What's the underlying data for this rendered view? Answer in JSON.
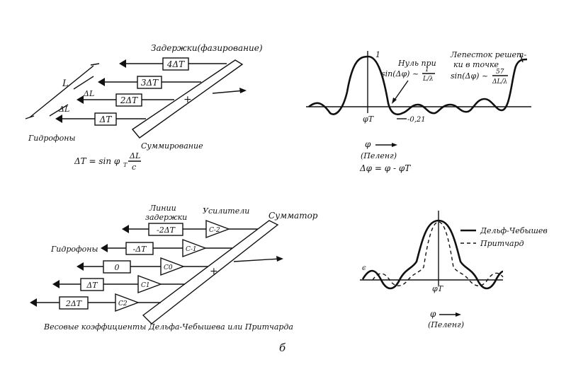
{
  "top_left": {
    "delay_title": "Задержки(фазирование)",
    "delays": [
      "4ΔT",
      "3ΔT",
      "2ΔT",
      "ΔT"
    ],
    "length_label": "L",
    "spacing_label_1": "ΔL",
    "spacing_label_2": "ΔL",
    "hydrophones_label": "Гидрофоны",
    "summation_label": "Суммирование",
    "plus_sign": "+",
    "formula_lhs": "ΔT = sin φ",
    "formula_sub": "T",
    "formula_num": "ΔL",
    "formula_den": "c"
  },
  "top_right": {
    "peak_label": "1",
    "null_label_1": "Нуль при",
    "null_label_2": "sin(Δφ) ~",
    "null_num": "1",
    "null_den": "L/λ",
    "grating_label_1": "Лепесток решет-",
    "grating_label_2": "ки в точке",
    "grating_label_3": "sin(Δφ) ~",
    "grating_num": "57",
    "grating_den": "ΔL/λ",
    "min_label": "-0,21",
    "center_label": "φT",
    "axis_label": "φ",
    "axis_sub_label": "(Пеленг)",
    "formula": "Δφ = φ - φT"
  },
  "bottom_left": {
    "delay_lines_label_1": "Линии",
    "delay_lines_label_2": "задержки",
    "amplifiers_label": "Усилители",
    "summator_label": "Сумматор",
    "hydrophones_label": "Гидрофоны",
    "delays": [
      "-2ΔT",
      "-ΔT",
      "0",
      "ΔT",
      "2ΔT"
    ],
    "coefficients": [
      "C-2",
      "C-1",
      "C0",
      "C1",
      "C2"
    ],
    "plus_sign": "+",
    "caption": "Весовые коэффициенты Дельфа-Чебышева или Притчарда",
    "figure_letter": "б"
  },
  "bottom_right": {
    "legend_solid": "Дельф-Чебышев",
    "legend_dashed": "Притчард",
    "center_label": "φT",
    "axis_label": "φ",
    "axis_sub_label": "(Пеленг)"
  },
  "colors": {
    "ink": "#111111",
    "paper": "#ffffff"
  }
}
